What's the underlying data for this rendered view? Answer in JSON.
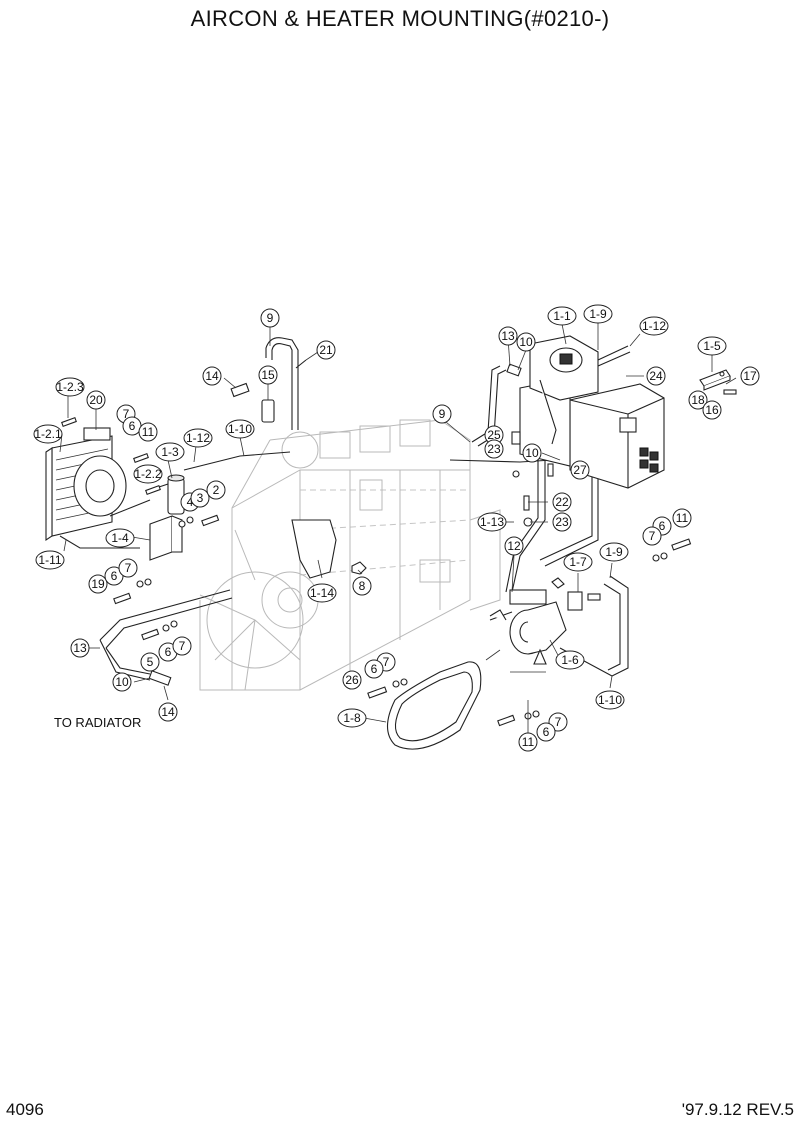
{
  "header": {
    "title": "AIRCON & HEATER MOUNTING(#0210-)"
  },
  "footer": {
    "page_number": "4096",
    "revision": "'97.9.12  REV.5"
  },
  "annotations": {
    "to_radiator": "TO RADIATOR"
  },
  "callouts": [
    "1-1",
    "1-9",
    "1-12",
    "13",
    "10",
    "24",
    "1-5",
    "17",
    "18",
    "16",
    "9",
    "21",
    "14",
    "15",
    "1-2.3",
    "20",
    "7",
    "6",
    "11",
    "1-2.1",
    "1-10",
    "1-12",
    "1-3",
    "9",
    "25",
    "23",
    "10",
    "27",
    "1-2.2",
    "4",
    "3",
    "2",
    "22",
    "23",
    "1-4",
    "1-13",
    "12",
    "6",
    "7",
    "11",
    "1-11",
    "19",
    "6",
    "7",
    "8",
    "1-14",
    "1-7",
    "1-9",
    "1-6",
    "13",
    "5",
    "6",
    "7",
    "10",
    "14",
    "7",
    "6",
    "26",
    "1-8",
    "1-10",
    "7",
    "6",
    "11"
  ]
}
